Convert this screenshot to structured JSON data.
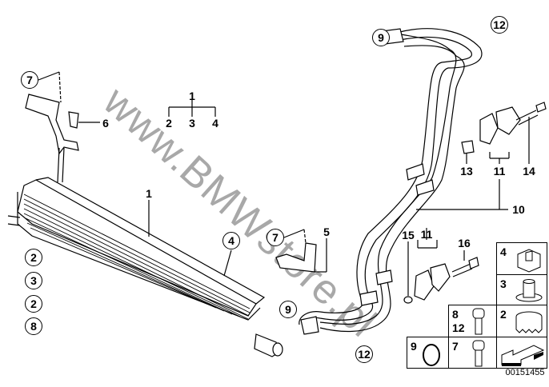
{
  "watermark": "www.BMWstore.pl",
  "callouts": {
    "c12_top": "12",
    "c9_top": "9",
    "c7_left": "7",
    "l6": "6",
    "l1_group": "1",
    "l2_group": "2",
    "l3_group": "3",
    "l4_group": "4",
    "l13": "13",
    "l11_top": "11",
    "l14": "14",
    "l1_cooler": "1",
    "l10": "10",
    "c4": "4",
    "c7_mid": "7",
    "l5": "5",
    "l15": "15",
    "l11_bottom": "11",
    "l16": "16",
    "c9_bottom": "9",
    "c12_bottom": "12"
  },
  "left_stack": [
    "2",
    "3",
    "2",
    "8"
  ],
  "legend": {
    "cell_4": "4",
    "cell_3": "3",
    "cell_8": "8",
    "cell_12": "12",
    "cell_2": "2",
    "cell_9": "9",
    "cell_7": "7"
  },
  "document_number": "00151455"
}
